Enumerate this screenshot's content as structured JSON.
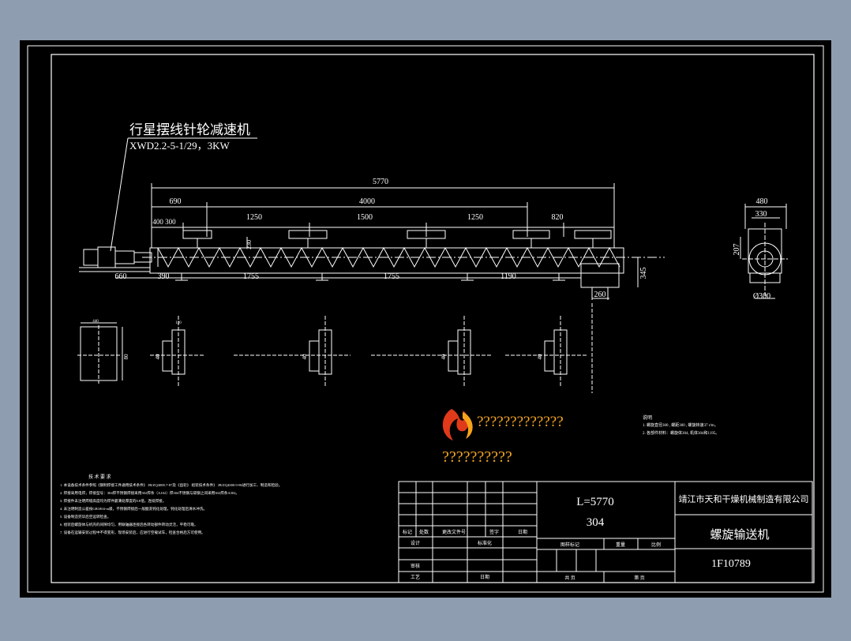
{
  "drawing": {
    "motor_title": "行星摆线针轮减速机",
    "motor_model": "XWD2.2-5-1/29，3KW",
    "logo_text_1": "?????????????",
    "logo_text_2": "??????????",
    "notes_title": "说明",
    "notes": [
      "1. 螺旋直径300 , 螺距300 , 螺旋转速37 r/m。",
      "2. 各部件材料：螺旋体304, 机体304和1195。"
    ],
    "tech_title": "技 术 要 求",
    "tech_reqs": [
      "1. 本设备技术条件参照《钢制焊接工件通用技术条件》 JB/ZQ4000.7-87及《齿轮》 组装技术条件》 JB/ZQ4000.9-86进行加工、制造和检验。",
      "2. 焊接采用电焊，焊接型号：304焊不锈钢焊接采用302焊条（A102）焊304不锈钢与碳钢之间采用302焊条A302。",
      "3. 焊接件未注明焊缝高度均为焊件最薄处厚度的0.8倍，连续焊接。",
      "4. 未注明制造公差按GB1804-m级，不锈钢焊接后一般酸洗钝化处理，钝化处理后清水冲洗。",
      "5. 设备制造完毕后空运转检查。",
      "6. 组装后螺旋体与机壳的间隙均匀，用联轴器连接后各转动部件转动灵活，平稳可靠。",
      "7. 设备在运输安装过程中不得变形，现场安装后，应进行空载试车，检查合格后方可使用。"
    ],
    "title_block": {
      "length": "L=5770",
      "material": "304",
      "company": "靖江市天和干燥机械制造有限公司",
      "product_name": "螺旋输送机",
      "drawing_no": "1F10789",
      "rev_labels": [
        "标记",
        "处数",
        "更改文件号",
        "签字",
        "日期"
      ],
      "design": "设计",
      "standardize": "标准化",
      "review": "审核",
      "process": "工艺",
      "date": "日期",
      "stage_mark": "图样标记",
      "weight": "重量",
      "scale": "比例",
      "sheet_total": "共    页",
      "sheet_no": "第    页"
    },
    "dimensions": {
      "overall": "5770",
      "d690": "690",
      "d4000": "4000",
      "d400_300": "400  300",
      "d1250a": "1250",
      "d1500": "1500",
      "d1250b": "1250",
      "d820": "820",
      "d660": "660",
      "d390": "390",
      "d1755a": "1755",
      "d1755b": "1755",
      "d1190": "1190",
      "d260": "260",
      "d345": "345",
      "d230": "230",
      "d480": "480",
      "d330": "330",
      "d207": "207",
      "d300": "Ø300",
      "d440": "440",
      "d80": "80",
      "d40a": "40",
      "d40b": "40",
      "d40c": "40",
      "d40d": "40",
      "d120": "120"
    }
  },
  "colors": {
    "background": "#000000",
    "line": "#ffffff",
    "outer": "#8f9db0",
    "logo_red": "#e03a1a",
    "logo_orange": "#f7a21b",
    "logo_text": "#f5a623"
  }
}
